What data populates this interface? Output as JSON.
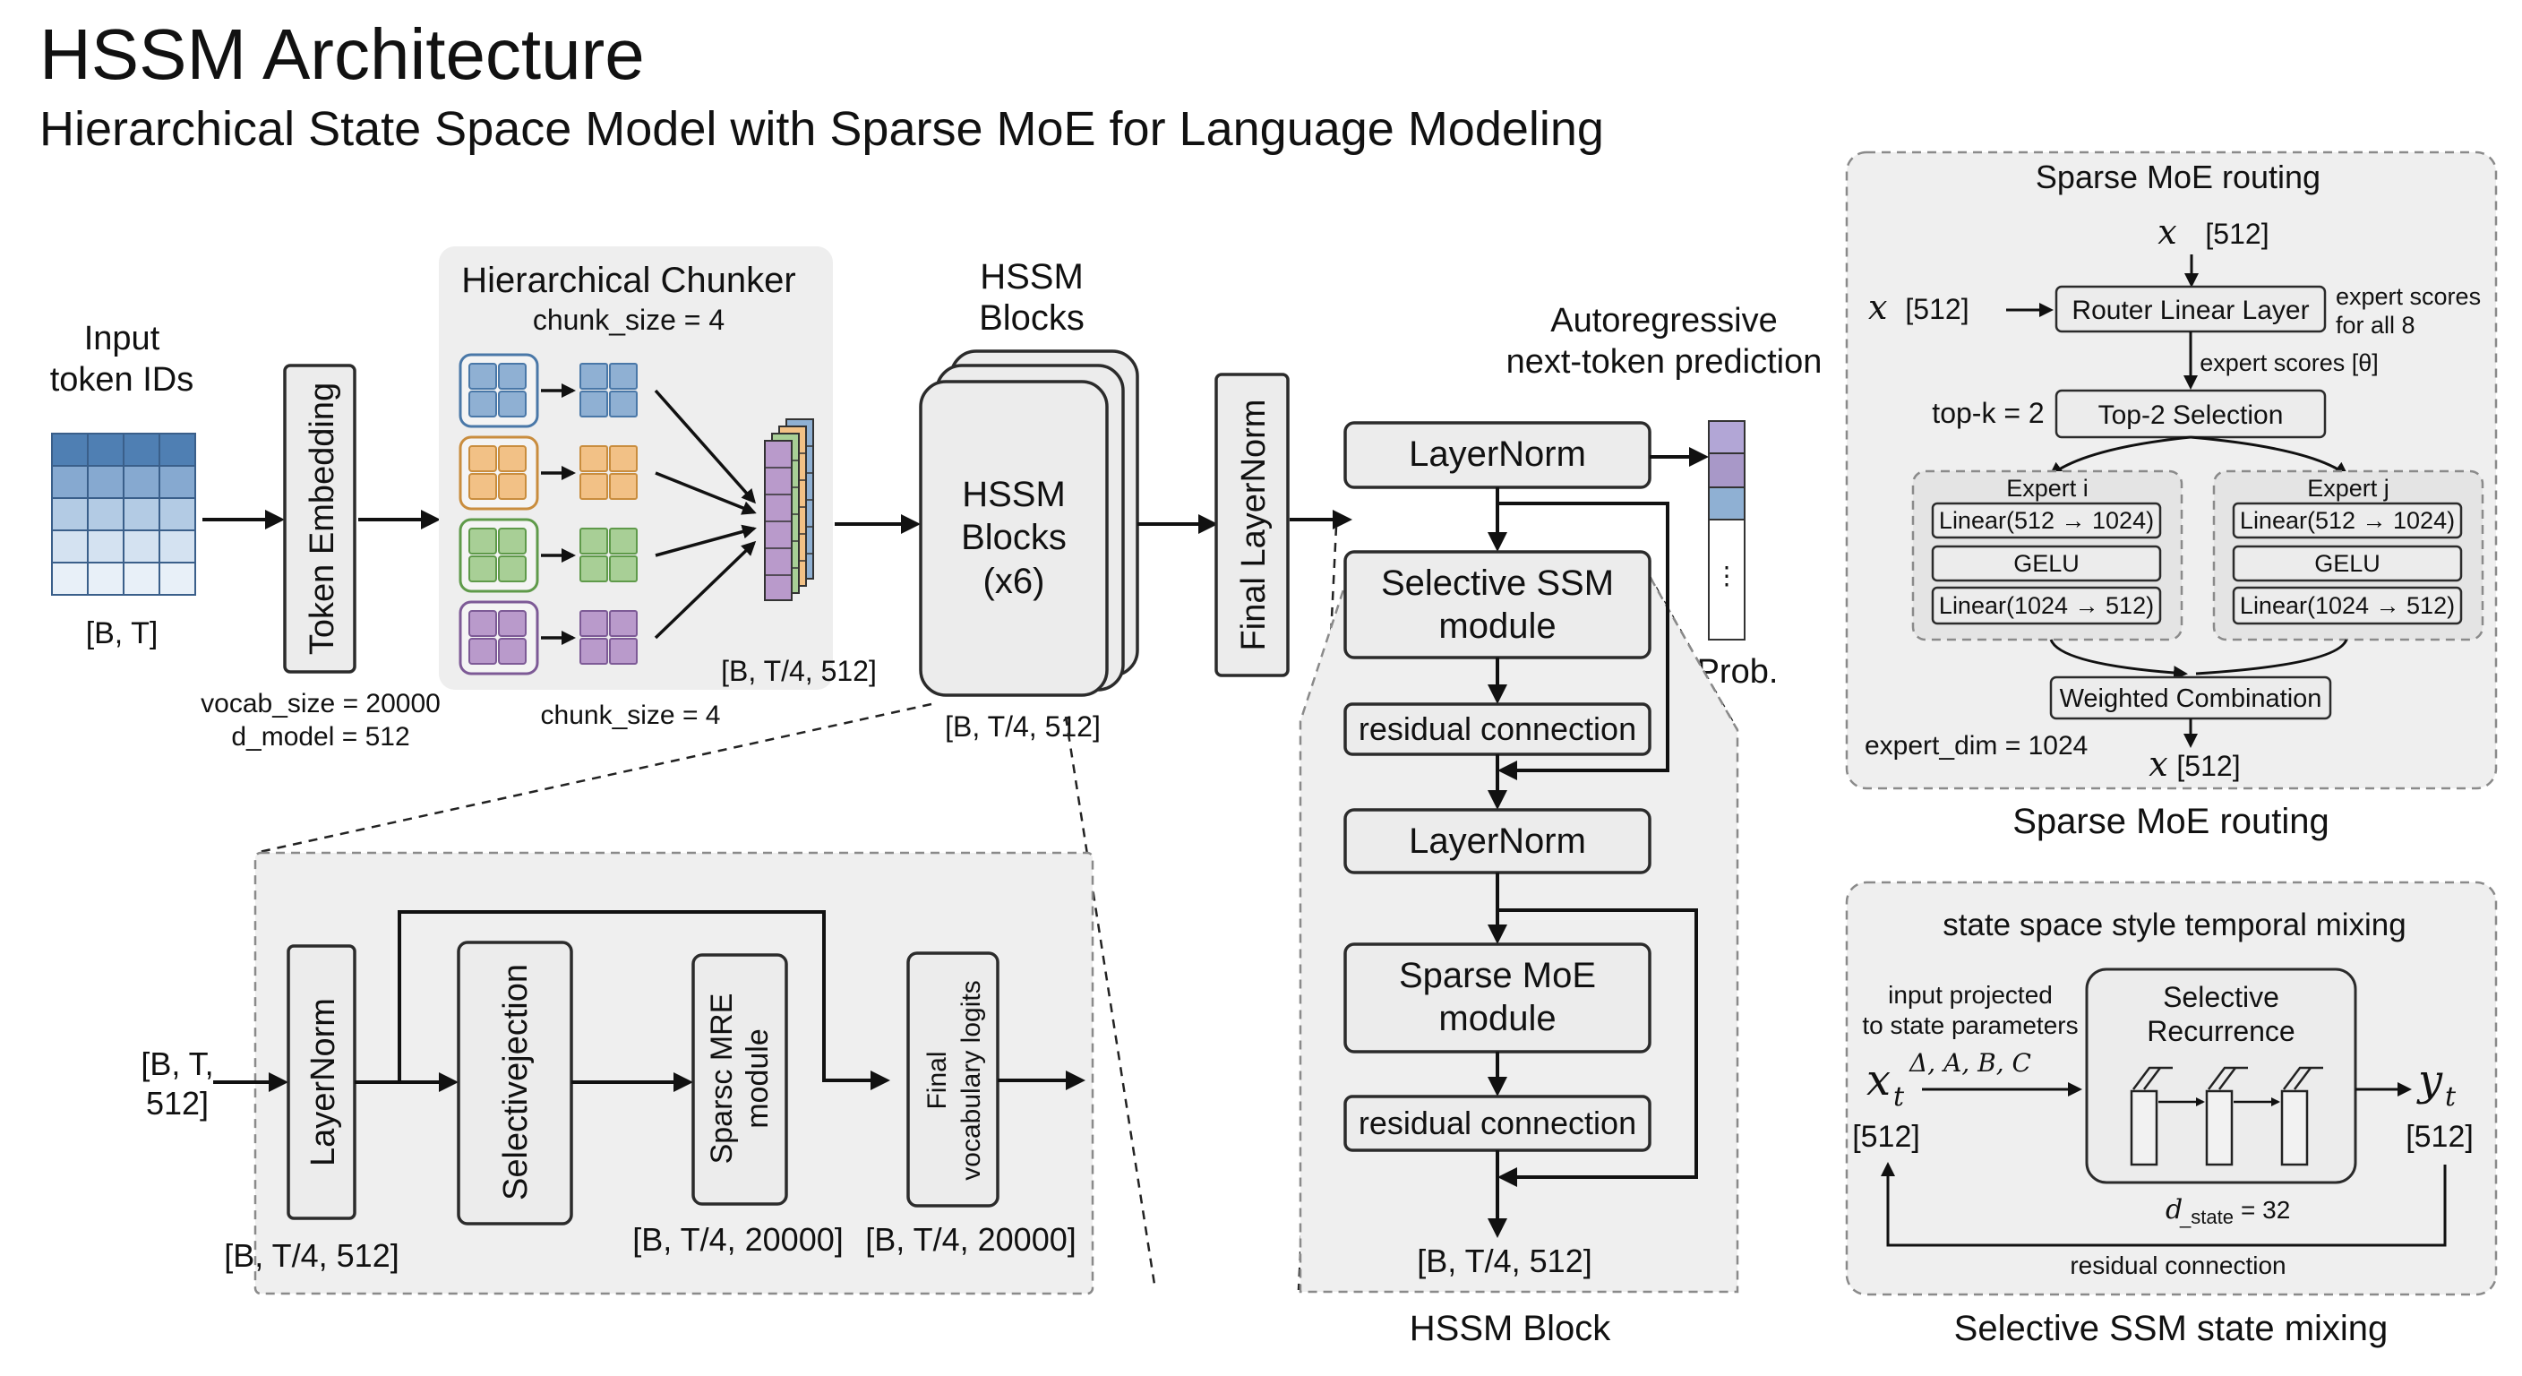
{
  "header": {
    "title": "HSSM Architecture",
    "subtitle": "Hierarchical State Space Model with Sparse MoE for Language Modeling"
  },
  "input": {
    "label_line1": "Input",
    "label_line2": "token IDs",
    "shape": "[B, T]"
  },
  "embedding": {
    "label": "Token Embedding",
    "vocab": "vocab_size = 20000",
    "dmodel": "d_model = 512"
  },
  "chunker": {
    "title": "Hierarchical Chunker",
    "chunk_top": "chunk_size = 4",
    "chunk_bottom": "chunk_size = 4",
    "out_shape": "[B, T/4, 512]",
    "colors": [
      "#8fb0d3",
      "#f2c186",
      "#a8cf96",
      "#b99acb"
    ]
  },
  "blocks": {
    "title_line1": "HSSM",
    "title_line2": "Blocks",
    "l1": "HSSM",
    "l2": "Blocks",
    "l3": "(x6)",
    "shape": "[B, T/4, 512]"
  },
  "final_ln": {
    "label": "Final LayerNorm"
  },
  "prediction": {
    "line1": "Autoregressive",
    "line2": "next-token prediction",
    "prob": "Prob.",
    "dots": "⋮",
    "colors": [
      "#b2a6d6",
      "#a898c8",
      "#8fb0d3",
      "#ffffff"
    ]
  },
  "block_detail": {
    "caption": "HSSM Block",
    "ln1": "LayerNorm",
    "ssm_l1": "Selective SSM",
    "ssm_l2": "module",
    "res1": "residual connection",
    "ln2": "LayerNorm",
    "moe_l1": "Sparse MoE",
    "moe_l2": "module",
    "res2": "residual connection",
    "out_shape": "[B, T/4, 512]"
  },
  "lower_pipeline": {
    "in_l1": "[B, T,",
    "in_l2": "512]",
    "ln": "LayerNorm",
    "sel": "Selectivejection",
    "moe_l1": "Sparsc MRE",
    "moe_l2": "module",
    "logit_l1": "Final",
    "logit_l2": "vocabulary logits",
    "s1": "[B, T/4, 512]",
    "s2": "[B, T/4, 20000]",
    "s3": "[B, T/4, 20000]"
  },
  "moe_routing": {
    "panel_title": "Sparse MoE routing",
    "caption": "Sparse MoE routing",
    "x_top_sym": "x",
    "x_top_dim": "[512]",
    "x_left_sym": "x",
    "x_left_dim": "[512]",
    "router": "Router Linear Layer",
    "scores_l1": "expert scores",
    "scores_l2": "for all 8",
    "scores_theta": "expert scores [θ]",
    "topk": "top-k = 2",
    "top2": "Top-2 Selection",
    "expert_i": "Expert i",
    "expert_j": "Expert j",
    "lin1": "Linear(512 → 1024)",
    "gelu": "GELU",
    "lin2": "Linear(1024 → 512)",
    "weighted": "Weighted Combination",
    "expert_dim": "expert_dim = 1024",
    "x_out_sym": "x",
    "x_out_dim": "[512]"
  },
  "ssm_mixing": {
    "panel_title": "state space style temporal mixing",
    "caption": "Selective SSM state mixing",
    "proj_l1": "input projected",
    "proj_l2": "to state parameters",
    "params": "Δ, A, B, C",
    "xt": "x",
    "xt_sub": "t",
    "x_dim": "[512]",
    "yt": "y",
    "yt_sub": "t",
    "y_dim": "[512]",
    "rec_l1": "Selective",
    "rec_l2": "Recurrence",
    "dstate": "d",
    "dstate_sub": "_state",
    "dstate_val": " = 32",
    "residual": "residual connection"
  }
}
